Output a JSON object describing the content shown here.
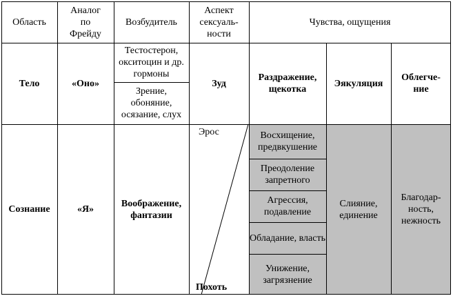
{
  "header": {
    "area": "Область",
    "freud_analog": "Аналог по Фрейду",
    "stimulus": "Возбудитель",
    "sexuality_aspect": "Аспект сексуаль-ности",
    "feelings": "Чувства, ощущения"
  },
  "body_row": {
    "area": "Тело",
    "freud": "«Оно»",
    "stimulus_hormones": "Тестостерон, окситоцин и др. гормоны",
    "stimulus_senses": "Зрение, обоняние, осязание, слух",
    "aspect": "Зуд",
    "feeling_1": "Раздражение, щекотка",
    "feeling_2": "Эякуляция",
    "feeling_3": "Облегче-ние"
  },
  "mind_row": {
    "area": "Сознание",
    "freud": "«Я»",
    "stimulus": "Воображение, фантазии",
    "aspect_top": "Эрос",
    "aspect_bottom": "Похоть",
    "feelings_list": [
      "Восхищение, предвкушение",
      "Преодоление запретного",
      "Агрессия, подавление",
      "Обладание, власть",
      "Унижение, загрязнение"
    ],
    "merge": "Слияние, единение",
    "gratitude": "Благодар-ность, нежность"
  },
  "colors": {
    "shade": "#c0c0c0",
    "border": "#000000"
  }
}
